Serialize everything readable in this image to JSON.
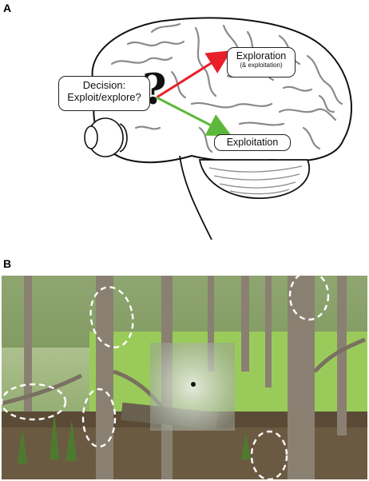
{
  "panels": {
    "a_label": "A",
    "b_label": "B"
  },
  "brain": {
    "decision_line1": "Decision:",
    "decision_line2": "Exploit/explore?",
    "question_mark": "?",
    "exploration_label": "Exploration",
    "exploration_sub": "(& exploitation)",
    "exploitation_label": "Exploitation",
    "colors": {
      "exploration_arrow": "#e8202a",
      "exploitation_arrow": "#5cb83a",
      "sulci": "#8a8a8a",
      "outline": "#111111"
    }
  },
  "photo": {
    "scene": "swamp",
    "overlay": "gaze-contingent window with fixation dot",
    "dashed_regions_color": "#ffffff"
  }
}
